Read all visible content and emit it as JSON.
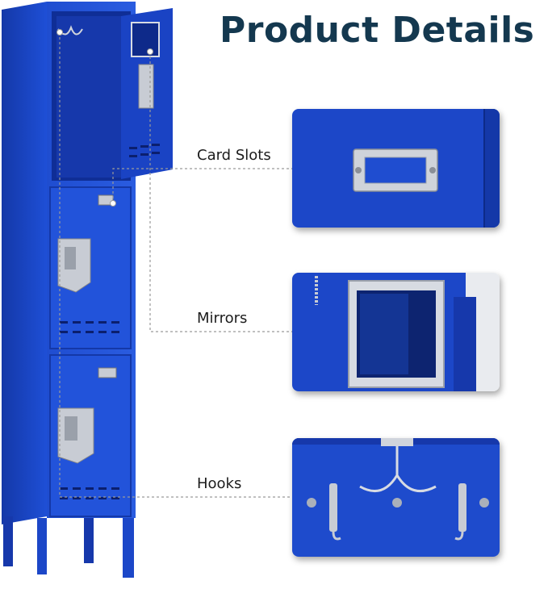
{
  "title": "Product Details",
  "callouts": [
    {
      "label": "Card Slots",
      "icon": "card-slot-icon"
    },
    {
      "label": "Mirrors",
      "icon": "mirror-icon"
    },
    {
      "label": "Hooks",
      "icon": "hook-icon"
    }
  ],
  "colors": {
    "title": "#14384f",
    "locker_blue": "#1c47c8",
    "locker_dark": "#0f2e96",
    "metal": "#c8ccd4"
  }
}
